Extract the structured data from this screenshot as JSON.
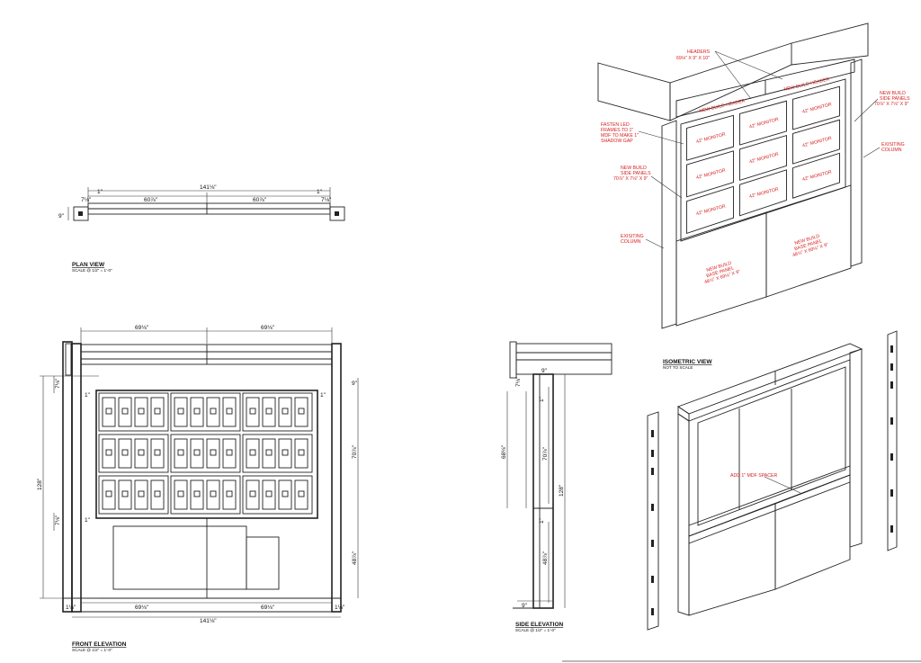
{
  "plan_view": {
    "title": "PLAN VIEW",
    "scale": "SCALE @ 1/2\" = 1'-0\"",
    "dims": {
      "overall": "141⅛\"",
      "left_span": "60⅞\"",
      "right_span": "60⅞\"",
      "end_a": "7⅛\"",
      "end_b": "7⅛\"",
      "gap_a": "1\"",
      "gap_b": "1\"",
      "depth": "9\""
    }
  },
  "front_elevation": {
    "title": "FRONT ELEVATION",
    "scale": "SCALE @ 1/2\" = 1'-0\"",
    "dims": {
      "top_left": "69⅛\"",
      "top_right": "69⅛\"",
      "bottom_left": "69⅛\"",
      "bottom_right": "69⅛\"",
      "bottom_total": "141⅛\"",
      "height": "128\"",
      "left_header": "7⅛\"",
      "right_panel": "70⅞\"",
      "right_base": "48⅞\"",
      "left_base": "7⅛\"",
      "edge_left": "1\"",
      "edge_right": "1\"",
      "shadow_gap": "1\"",
      "foot_left": "1⅛\"",
      "foot_right": "1⅛\"",
      "top_right_small": "9\""
    }
  },
  "side_elevation": {
    "title": "SIDE ELEVATION",
    "scale": "SCALE @ 1/2\" = 1'-0\"",
    "dims": {
      "top": "9\"",
      "header": "7⅛\"",
      "gap_top": "1\"",
      "panel": "70⅞\"",
      "overall": "128\"",
      "left_span": "68⅛\"",
      "gap_bottom": "1\"",
      "base": "48⅞\"",
      "depth": "9\""
    }
  },
  "isometric_view": {
    "title": "ISOMETRIC VIEW",
    "scale": "NOT TO SCALE",
    "callouts": {
      "headers": [
        "HEADERS",
        "69⅛\" X 9\" X 10\""
      ],
      "new_build_side_panels_right": [
        "NEW BUILD",
        "SIDE PANELS",
        "70⅞\" X 7⅛\" X 9\""
      ],
      "existing_column_right": [
        "EXISITING",
        "COLUMN"
      ],
      "fasten_led": [
        "FASTEN LED",
        "FRAMES TO 1\"",
        "MDF TO MAKE 1\"",
        "SHADOW GAP"
      ],
      "new_build_side_panels_left": [
        "NEW BUILD",
        "SIDE PANELS",
        "70⅞\" X 7⅛\" X 9\""
      ],
      "existing_column_left": [
        "EXISITING",
        "COLUMN"
      ],
      "header_label": "NEW BUILD HEADER",
      "monitor_label": "42\" MONITOR",
      "base_panel": [
        "NEW BUILD",
        "BASE PANEL",
        "48⅞\" X 69⅛\" X 9\""
      ],
      "mdf_spacer": "ADD 1\" MDF SPACER"
    }
  }
}
